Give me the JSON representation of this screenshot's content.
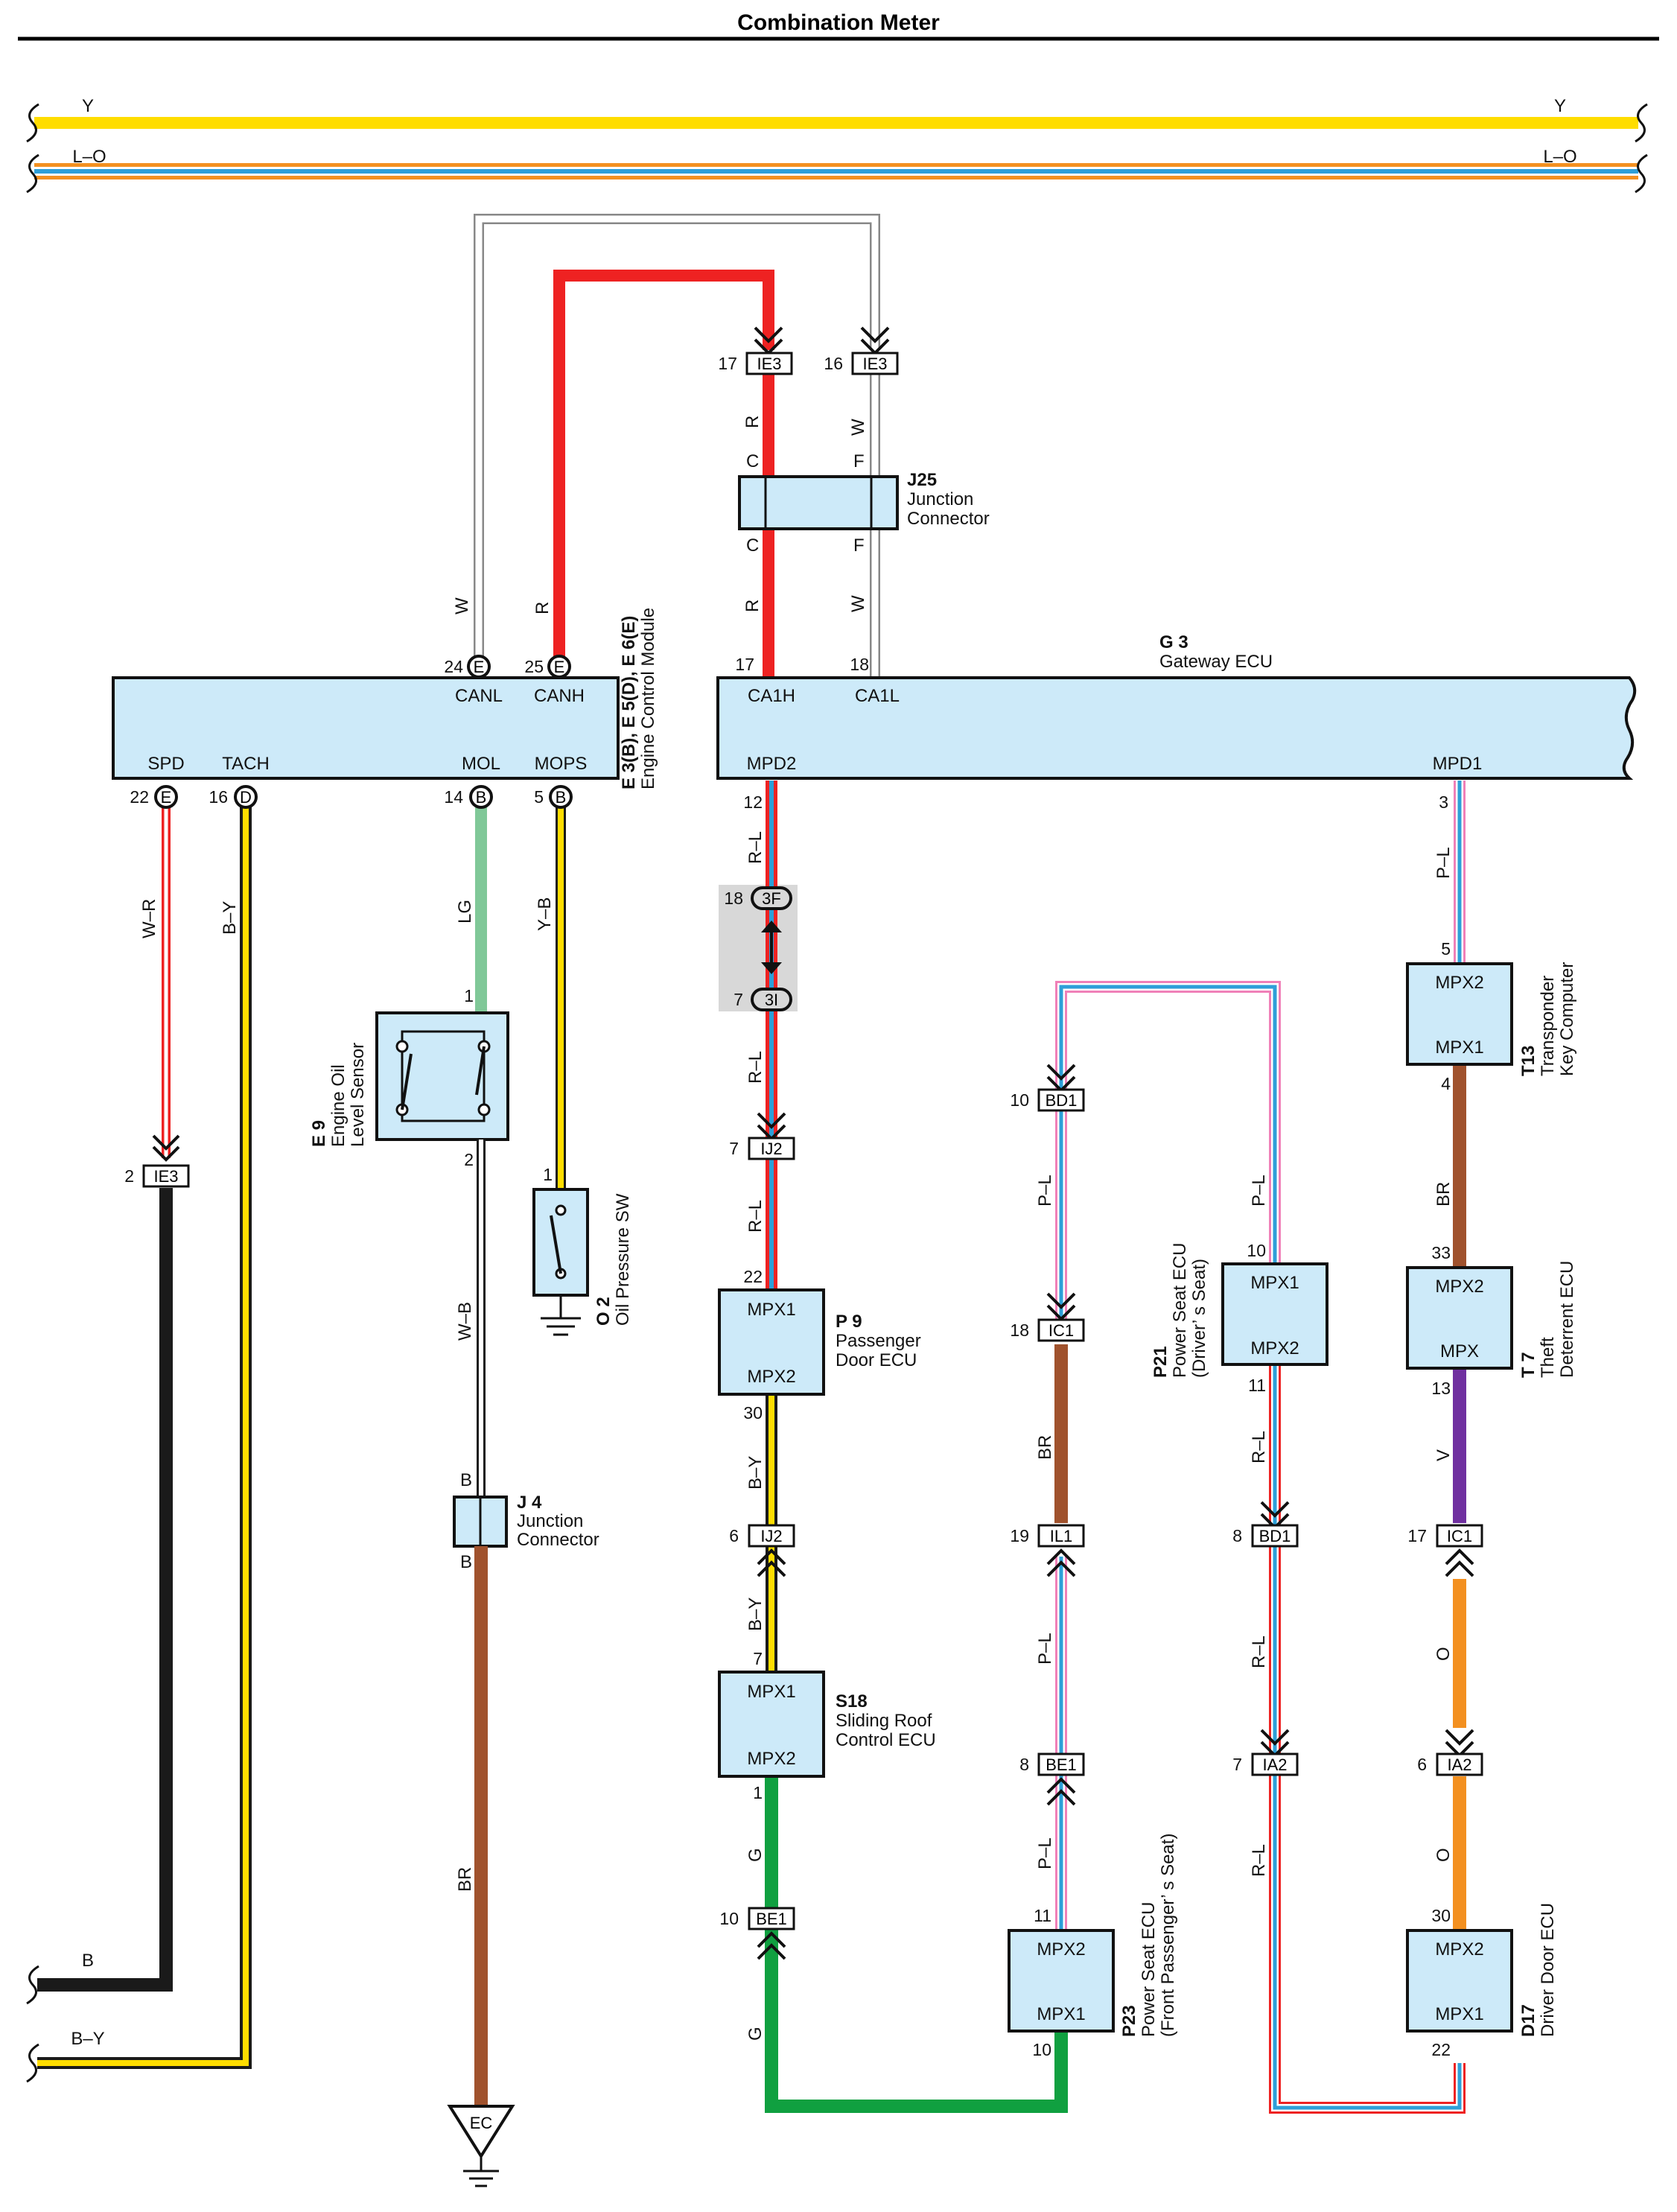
{
  "title": "Combination Meter",
  "colors": {
    "Y": "#ffdd00",
    "L": "#2e9fd8",
    "O": "#f39020",
    "R": "#ee2222",
    "W": "#ffffff",
    "B": "#1a1a1a",
    "G": "#10a040",
    "LG": "#80c898",
    "BR": "#a0522d",
    "V": "#7030a0",
    "P": "#f080b8",
    "box": "#cdeaf9"
  },
  "bus_lines": {
    "y_label": "Y",
    "lo_label": "L–O"
  },
  "ecm": {
    "label_line1": "E 3(B), E 5(D), E 6(E)",
    "label_line2": "Engine Control Module",
    "pins": {
      "canl": {
        "num": "24",
        "conn": "E",
        "name": "CANL",
        "wire": "W"
      },
      "canh": {
        "num": "25",
        "conn": "E",
        "name": "CANH",
        "wire": "R"
      },
      "spd": {
        "num": "22",
        "conn": "E",
        "name": "SPD",
        "wire": "W–R"
      },
      "tach": {
        "num": "16",
        "conn": "D",
        "name": "TACH",
        "wire": "B–Y"
      },
      "mol": {
        "num": "14",
        "conn": "B",
        "name": "MOL",
        "wire": "LG"
      },
      "mops": {
        "num": "5",
        "conn": "B",
        "name": "MOPS",
        "wire": "Y–B"
      }
    }
  },
  "gateway": {
    "id": "G 3",
    "name": "Gateway ECU",
    "ca1h": {
      "num": "17",
      "name": "CA1H"
    },
    "ca1l": {
      "num": "18",
      "name": "CA1L"
    },
    "mpd2": {
      "num": "12",
      "name": "MPD2"
    },
    "mpd1": {
      "num": "3",
      "name": "MPD1"
    }
  },
  "j25": {
    "id": "J25",
    "line1": "Junction",
    "line2": "Connector",
    "c": "C",
    "f": "F"
  },
  "j4": {
    "id": "J 4",
    "line1": "Junction",
    "line2": "Connector",
    "b": "B"
  },
  "connectors": {
    "ie3_17": {
      "num": "17",
      "name": "IE3"
    },
    "ie3_16": {
      "num": "16",
      "name": "IE3"
    },
    "ie3_2": {
      "num": "2",
      "name": "IE3"
    },
    "ij2_7": {
      "num": "7",
      "name": "IJ2"
    },
    "ij2_6": {
      "num": "6",
      "name": "IJ2"
    },
    "be1_10": {
      "num": "10",
      "name": "BE1"
    },
    "be1_8": {
      "num": "8",
      "name": "BE1"
    },
    "bd1_10": {
      "num": "10",
      "name": "BD1"
    },
    "bd1_8": {
      "num": "8",
      "name": "BD1"
    },
    "ic1_18": {
      "num": "18",
      "name": "IC1"
    },
    "ic1_17": {
      "num": "17",
      "name": "IC1"
    },
    "il1_19": {
      "num": "19",
      "name": "IL1"
    },
    "ia2_7": {
      "num": "7",
      "name": "IA2"
    },
    "ia2_6": {
      "num": "6",
      "name": "IA2"
    },
    "j3f": {
      "num": "18",
      "name": "3F"
    },
    "j3i": {
      "num": "7",
      "name": "3I"
    }
  },
  "e9": {
    "id": "E 9",
    "line1": "Engine Oil",
    "line2": "Level Sensor",
    "pin1": "1",
    "pin2": "2"
  },
  "o2": {
    "id": "O 2",
    "name": "Oil Pressure SW",
    "pin1": "1"
  },
  "p9": {
    "id": "P 9",
    "line1": "Passenger",
    "line2": "Door ECU",
    "mpx1": "MPX1",
    "mpx2": "MPX2",
    "pin_top": "22",
    "pin_bot": "30"
  },
  "s18": {
    "id": "S18",
    "line1": "Sliding Roof",
    "line2": "Control ECU",
    "mpx1": "MPX1",
    "mpx2": "MPX2",
    "pin_top": "7",
    "pin_bot": "1"
  },
  "p23": {
    "id": "P23",
    "line1": "Power Seat ECU",
    "line2": "(Front Passenger’ s Seat)",
    "mpx1": "MPX1",
    "mpx2": "MPX2",
    "pin_top": "11",
    "pin_bot": "10"
  },
  "p21": {
    "id": "P21",
    "line1": "Power Seat ECU",
    "line2": "(Driver’ s Seat)",
    "mpx1": "MPX1",
    "mpx2": "MPX2",
    "pin_top": "10",
    "pin_bot": "11"
  },
  "t13": {
    "id": "T13",
    "line1": "Transponder",
    "line2": "Key Computer",
    "mpx1": "MPX1",
    "mpx2": "MPX2",
    "pin_top": "5",
    "pin_bot": "4"
  },
  "t7": {
    "id": "T 7",
    "line1": "Theft",
    "line2": "Deterrent ECU",
    "mpx2": "MPX2",
    "mpx": "MPX",
    "pin_top": "33",
    "pin_bot": "13"
  },
  "d17": {
    "id": "D17",
    "name": "Driver Door ECU",
    "mpx1": "MPX1",
    "mpx2": "MPX2",
    "pin_top": "30",
    "pin_bot": "22"
  },
  "wires": {
    "rl": "R–L",
    "by": "B–Y",
    "g": "G",
    "pl": "P–L",
    "br": "BR",
    "v": "V",
    "o": "O",
    "wb": "W–B",
    "b": "B",
    "r": "R",
    "w": "W"
  },
  "ground": {
    "ec": "EC"
  }
}
